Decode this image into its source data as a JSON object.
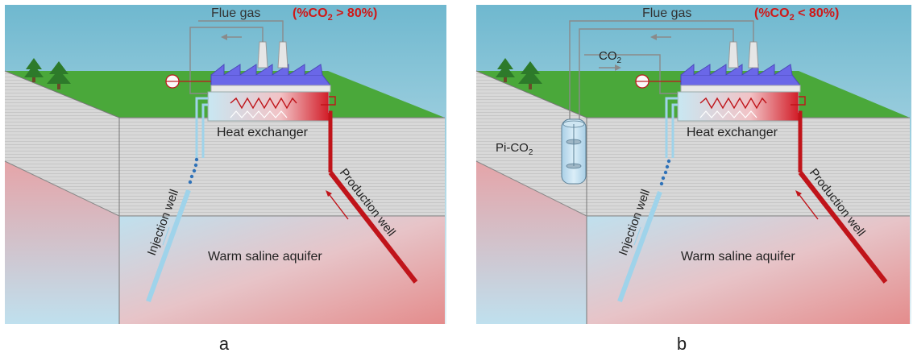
{
  "panels": [
    {
      "id": "a",
      "letter": "a",
      "flue_gas_label": "Flue gas",
      "co2_condition_prefix": "(%CO",
      "co2_condition_sub": "2",
      "co2_condition_suffix": " > 80%)",
      "heat_exchanger_label": "Heat exchanger",
      "injection_well_label": "Injection well",
      "production_well_label": "Production well",
      "aquifer_label": "Warm saline aquifer"
    },
    {
      "id": "b",
      "letter": "b",
      "flue_gas_label": "Flue gas",
      "co2_condition_prefix": "(%CO",
      "co2_condition_sub": "2",
      "co2_condition_suffix": " < 80%)",
      "co2_label_prefix": "CO",
      "co2_label_sub": "2",
      "pico2_label_prefix": "Pi-CO",
      "pico2_label_sub": "2",
      "heat_exchanger_label": "Heat exchanger",
      "injection_well_label": "Injection well",
      "production_well_label": "Production well",
      "aquifer_label": "Warm saline aquifer"
    }
  ],
  "colors": {
    "sky": "#cde6f0",
    "ground": "#4aa83a",
    "rock": "#d9d9d9",
    "aquifer_warm": "#e8a0a0",
    "aquifer_cool": "#bfe0ee",
    "production_pipe": "#c0141a",
    "injection_pipe": "#9fd3ea",
    "roof": "#6a67e8",
    "condition_text": "#d01818"
  }
}
